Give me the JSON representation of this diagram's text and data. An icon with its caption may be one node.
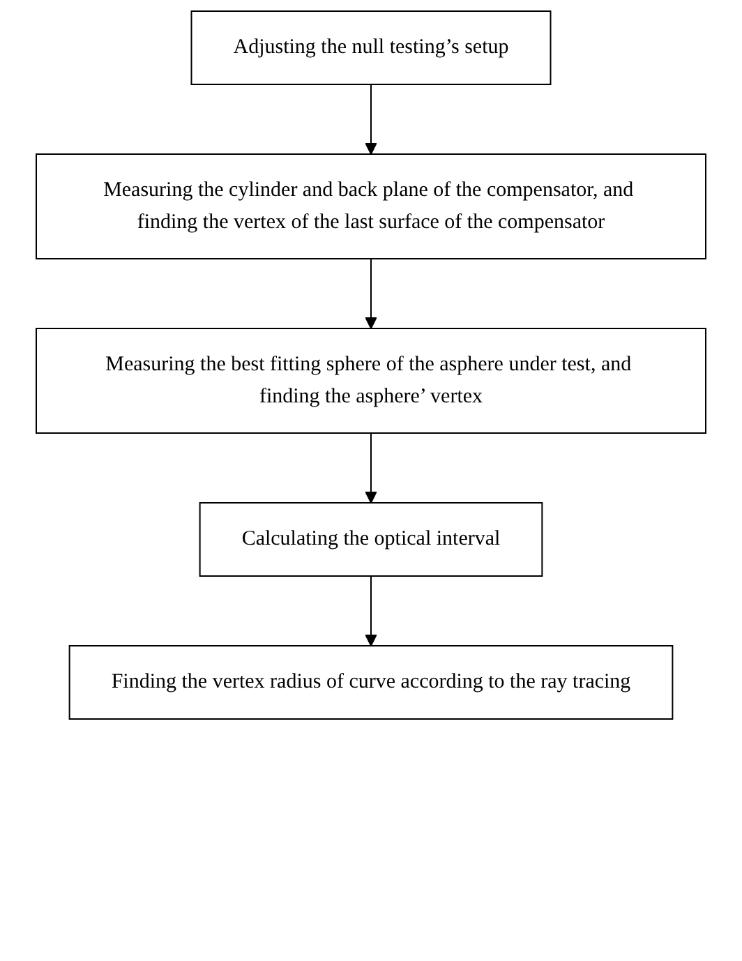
{
  "diagram": {
    "nodes": [
      {
        "text": [
          "Adjusting the null testing’s setup"
        ]
      },
      {
        "text": [
          "Measuring the cylinder and back plane of the compensator, and finding the vertex of the last surface of the compensator"
        ]
      },
      {
        "text": [
          "Measuring the best fitting sphere of the asphere under test, and finding the asphere’ vertex"
        ]
      },
      {
        "text": [
          "Calculating the optical interval"
        ]
      },
      {
        "text": [
          "Finding the vertex radius of curve according to the ray tracing"
        ]
      }
    ],
    "edges": [
      {
        "from": 0,
        "to": 1,
        "arrow": "to"
      },
      {
        "from": 1,
        "to": 2,
        "arrow": "to"
      },
      {
        "from": 2,
        "to": 3,
        "arrow": "to"
      },
      {
        "from": 3,
        "to": 4,
        "arrow": "to"
      }
    ]
  }
}
